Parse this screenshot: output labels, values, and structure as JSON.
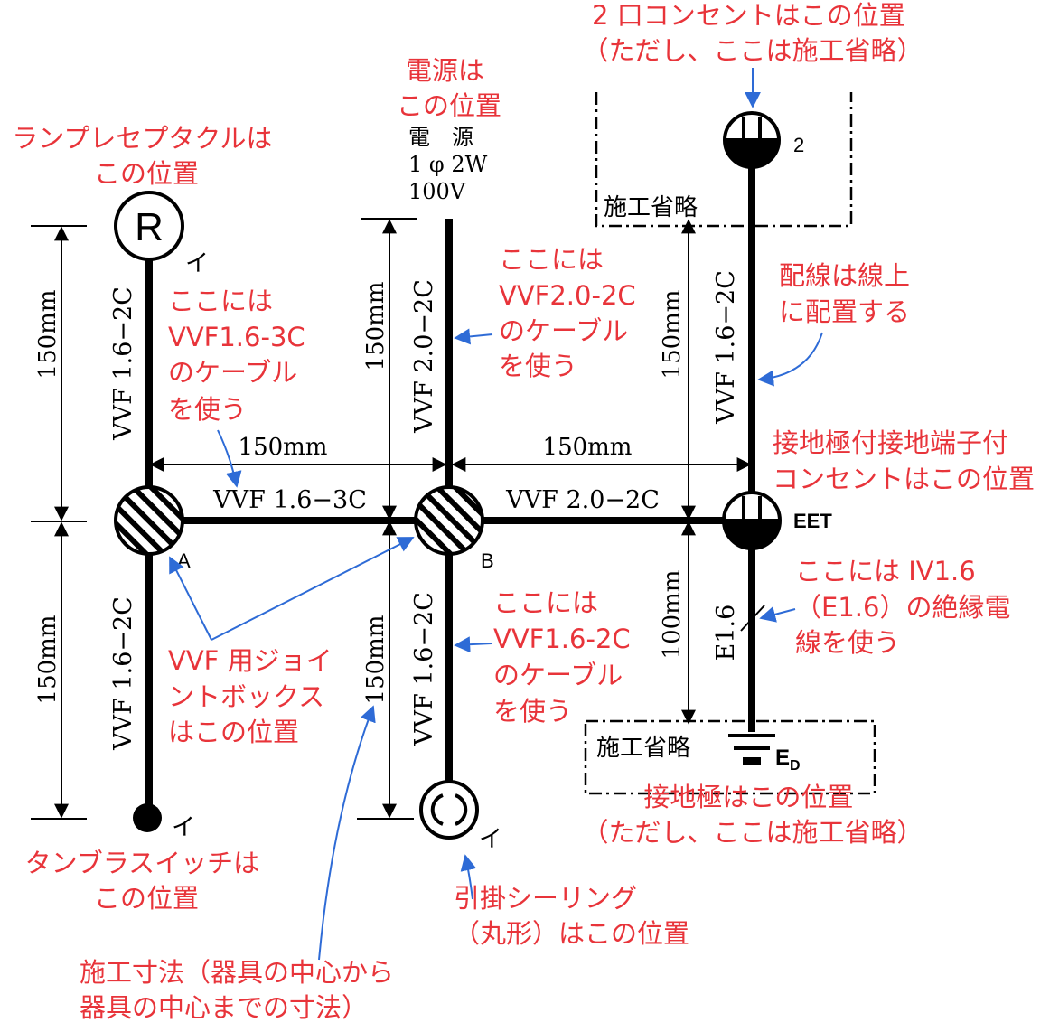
{
  "symbols": {
    "lamp_receptacle": {
      "glyph": "R",
      "mark": "イ"
    },
    "switch": {
      "mark": "イ"
    },
    "ceiling": {
      "mark": "イ"
    },
    "box_a": "A",
    "box_b": "B",
    "outlet2": "2",
    "eet": "EET",
    "ground_e": "E",
    "ground_sub": "D"
  },
  "source": {
    "l1": "電　源",
    "l2": "1 φ 2W",
    "l3": "100V"
  },
  "cables": {
    "r_a": "VVF 1.6−2C",
    "a_sw": "VVF 1.6−2C",
    "src_b": "VVF 2.0−2C",
    "b_ceil": "VVF 1.6−2C",
    "eet_out": "VVF 1.6−2C",
    "a_b": "VVF 1.6−3C",
    "b_eet": "VVF 2.0−2C",
    "eet_gnd": "E1.6"
  },
  "dimensions": {
    "left_top": "150mm",
    "left_bottom": "150mm",
    "mid_top": "150mm",
    "mid_bottom": "150mm",
    "right_top": "150mm",
    "right_bottom": "100mm",
    "horiz_left": "150mm",
    "horiz_right": "150mm"
  },
  "omitted": {
    "top": "施工省略",
    "bottom": "施工省略"
  },
  "notes": {
    "outlet2": [
      "2 口コンセントはこの位置",
      "（ただし、ここは施工省略）"
    ],
    "power": [
      "電源は",
      "この位置"
    ],
    "lamp": [
      "ランプレセプタクルは",
      "この位置"
    ],
    "vvf20_top": [
      "ここには",
      "VVF2.0-2C",
      "のケーブル",
      "を使う"
    ],
    "vvf16_3c": [
      "ここには",
      "VVF1.6-3C",
      "のケーブル",
      "を使う"
    ],
    "on_line": [
      "配線は線上",
      "に配置する"
    ],
    "eet": [
      "接地極付接地端子付",
      "コンセントはこの位置"
    ],
    "iv16": [
      "ここには IV1.6",
      "（E1.6）の絶縁電",
      "線を使う"
    ],
    "vvf16_2c": [
      "ここには",
      "VVF1.6-2C",
      "のケーブル",
      "を使う"
    ],
    "jbox": [
      "VVF 用ジョイ",
      "ントボックス",
      "はこの位置"
    ],
    "ground": [
      "接地極はこの位置",
      "（ただし、ここは施工省略）"
    ],
    "switch": [
      "タンブラスイッチは",
      "この位置"
    ],
    "ceiling": [
      "引掛シーリング",
      "（丸形）はこの位置"
    ],
    "dimension": [
      "施工寸法（器具の中心から",
      "器具の中心までの寸法）"
    ]
  },
  "colors": {
    "note": "#e8343a",
    "arrow": "#2e6bd6",
    "ink": "#000000"
  }
}
